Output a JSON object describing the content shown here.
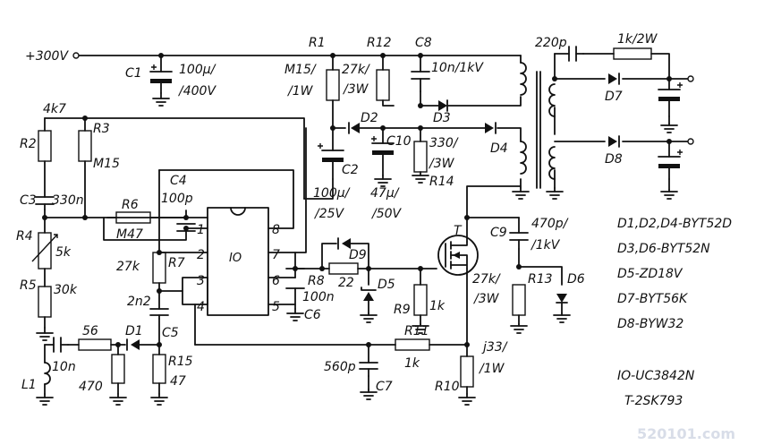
{
  "rail": {
    "label": "+300V"
  },
  "capacitors": {
    "c1": {
      "ref": "C1",
      "value_line1": "100µ/",
      "value_line2": "/400V"
    },
    "c2": {
      "ref": "C2",
      "value_line1": "100µ/",
      "value_line2": "/25V"
    },
    "c3": {
      "ref": "C3",
      "value": "330n"
    },
    "c4": {
      "ref": "C4",
      "value": "100p"
    },
    "c5": {
      "ref": "C5",
      "value": "2n2"
    },
    "c6": {
      "ref": "C6",
      "value": "100n"
    },
    "c7": {
      "ref": "C7",
      "value": "560p"
    },
    "c8": {
      "ref": "C8",
      "value": "10n/1kV"
    },
    "c9": {
      "ref": "C9",
      "value_line1": "470p/",
      "value_line2": "/1kV"
    },
    "c10": {
      "ref": "C10",
      "value_line1": "47µ/",
      "value_line2": "/50V"
    },
    "c_input": {
      "value": "10n"
    },
    "c_output": {
      "value": "220p"
    }
  },
  "resistors": {
    "r1": {
      "ref": "R1",
      "value_line1": "M15/",
      "value_line2": "/1W"
    },
    "r2": {
      "ref": "R2",
      "value": "4k7"
    },
    "r3": {
      "ref": "R3",
      "value": "M15"
    },
    "r4": {
      "ref": "R4",
      "value": "5k"
    },
    "r5": {
      "ref": "R5",
      "value": "30k"
    },
    "r6": {
      "ref": "R6",
      "value": "M47"
    },
    "r7": {
      "ref": "R7",
      "value": "27k"
    },
    "r8": {
      "ref": "R8",
      "value": "22"
    },
    "r9": {
      "ref": "R9",
      "value": "1k"
    },
    "r10": {
      "ref": "R10",
      "value_line1": "j33/",
      "value_line2": "/1W"
    },
    "r11": {
      "ref": "R11",
      "value": "1k"
    },
    "r12": {
      "ref": "R12",
      "value_line1": "27k/",
      "value_line2": "/3W"
    },
    "r13": {
      "ref": "R13",
      "value_line1": "27k/",
      "value_line2": "/3W"
    },
    "r14": {
      "ref": "R14",
      "value_line1": "330/",
      "value_line2": "/3W"
    },
    "r15": {
      "ref": "R15",
      "value": "47"
    },
    "r_input": {
      "value": "56"
    },
    "r_shunt": {
      "value": "470"
    },
    "r_output": {
      "value": "1k/2W"
    }
  },
  "diodes": {
    "d1": "D1",
    "d2": "D2",
    "d3": "D3",
    "d4": "D4",
    "d5": "D5",
    "d6": "D6",
    "d7": "D7",
    "d8": "D8",
    "d9": "D9"
  },
  "inductor": {
    "ref": "L1"
  },
  "transistor": {
    "ref": "T"
  },
  "ic": {
    "label": "IO",
    "pins": [
      "1",
      "2",
      "3",
      "4",
      "5",
      "6",
      "7",
      "8"
    ]
  },
  "legend": [
    "D1,D2,D4-BYT52D",
    "D3,D6-BYT52N",
    "D5-ZD18V",
    "D7-BYT56K",
    "D8-BYW32",
    "IO-UC3842N",
    "T-2SK793"
  ],
  "watermark": "520101.com"
}
